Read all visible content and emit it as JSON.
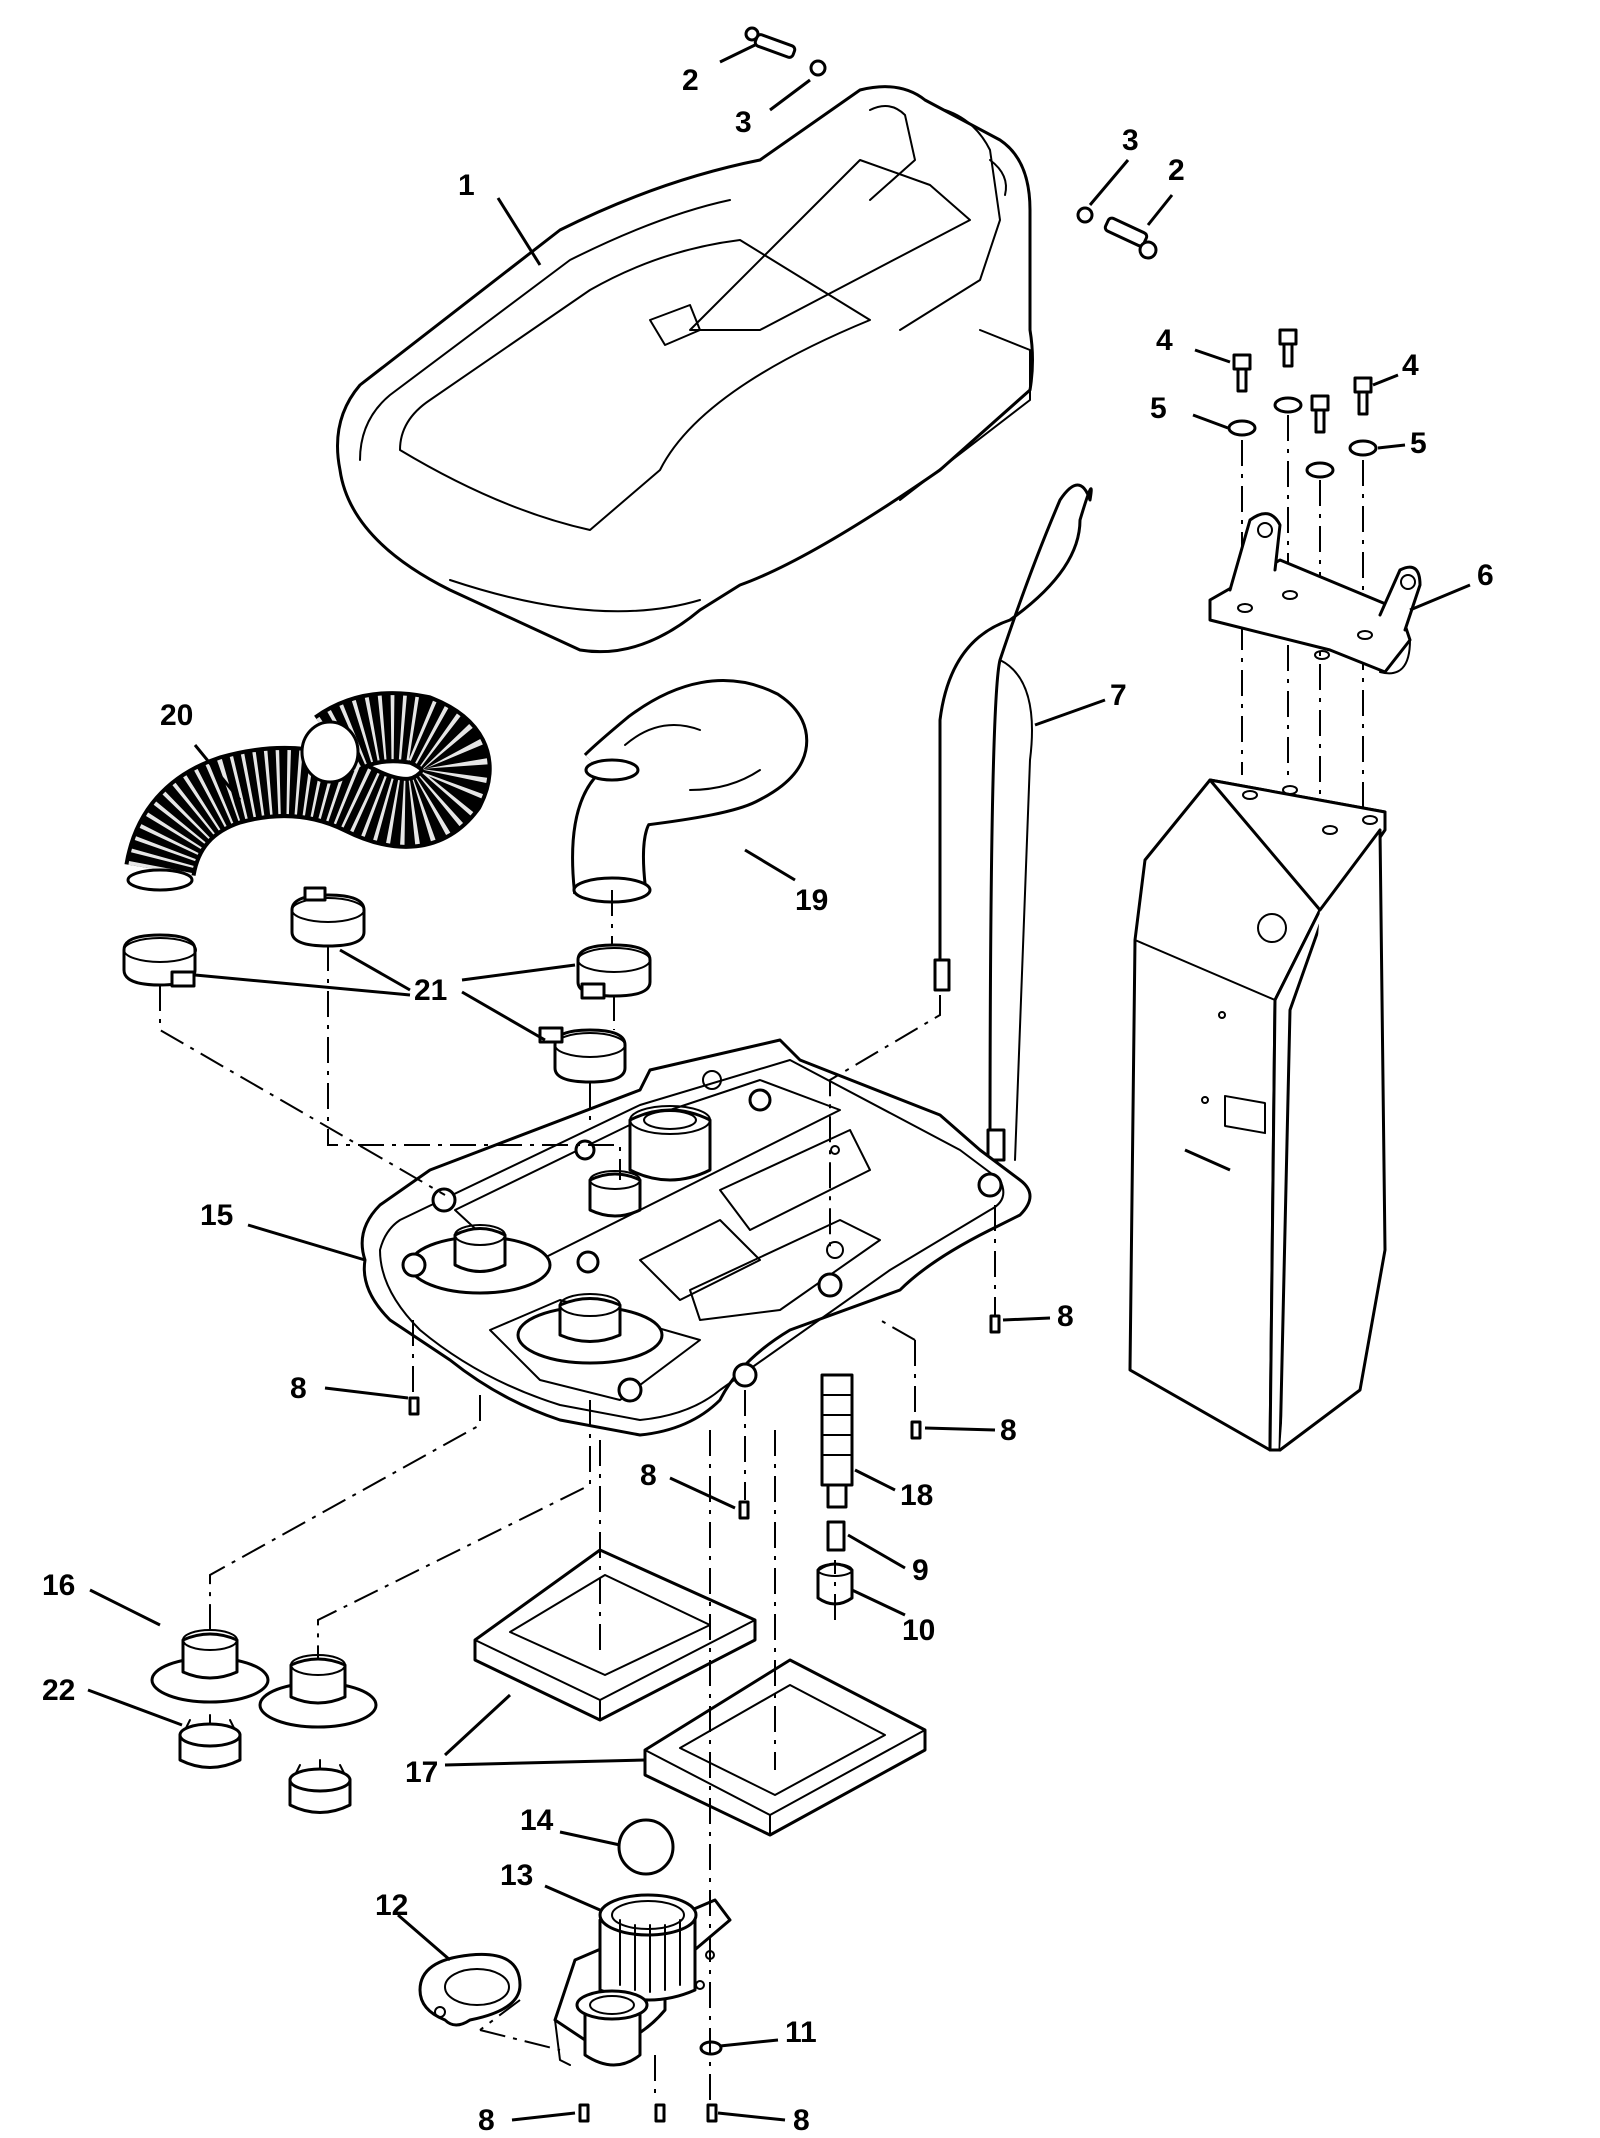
{
  "callouts": {
    "c1": "1",
    "c2a": "2",
    "c2b": "2",
    "c3a": "3",
    "c3b": "3",
    "c4a": "4",
    "c4b": "4",
    "c5a": "5",
    "c5b": "5",
    "c6": "6",
    "c7": "7",
    "c8a": "8",
    "c8b": "8",
    "c8c": "8",
    "c8d": "8",
    "c8e": "8",
    "c8f": "8",
    "c9": "9",
    "c10": "10",
    "c11": "11",
    "c12": "12",
    "c13": "13",
    "c14": "14",
    "c15": "15",
    "c16": "16",
    "c17": "17",
    "c18": "18",
    "c19": "19",
    "c20": "20",
    "c21": "21",
    "c22": "22"
  }
}
